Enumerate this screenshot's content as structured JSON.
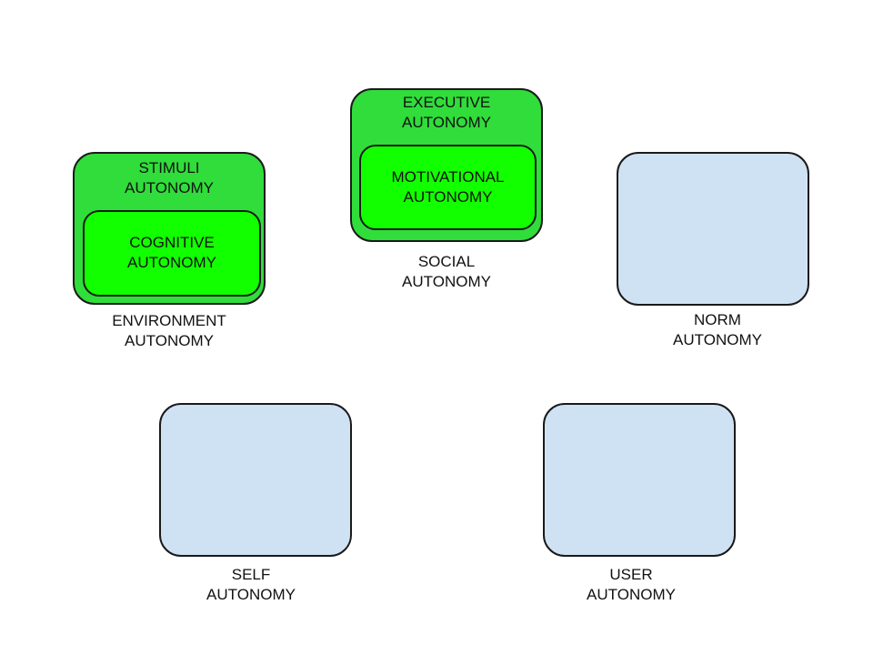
{
  "environment": {
    "outer_label": [
      "STIMULI",
      "AUTONOMY"
    ],
    "inner_label": [
      "COGNITIVE",
      "AUTONOMY"
    ],
    "caption": [
      "ENVIRONMENT",
      "AUTONOMY"
    ]
  },
  "social": {
    "outer_label": [
      "EXECUTIVE",
      "AUTONOMY"
    ],
    "inner_label": [
      "MOTIVATIONAL",
      "AUTONOMY"
    ],
    "caption": [
      "SOCIAL",
      "AUTONOMY"
    ]
  },
  "norm": {
    "caption": [
      "NORM",
      "AUTONOMY"
    ]
  },
  "self": {
    "caption": [
      "SELF",
      "AUTONOMY"
    ]
  },
  "user": {
    "caption": [
      "USER",
      "AUTONOMY"
    ]
  },
  "colors": {
    "outer_green": "#30dd3b",
    "inner_green": "#12ff00",
    "empty_box": "#cfe2f3",
    "border": "#1a1a1a"
  }
}
